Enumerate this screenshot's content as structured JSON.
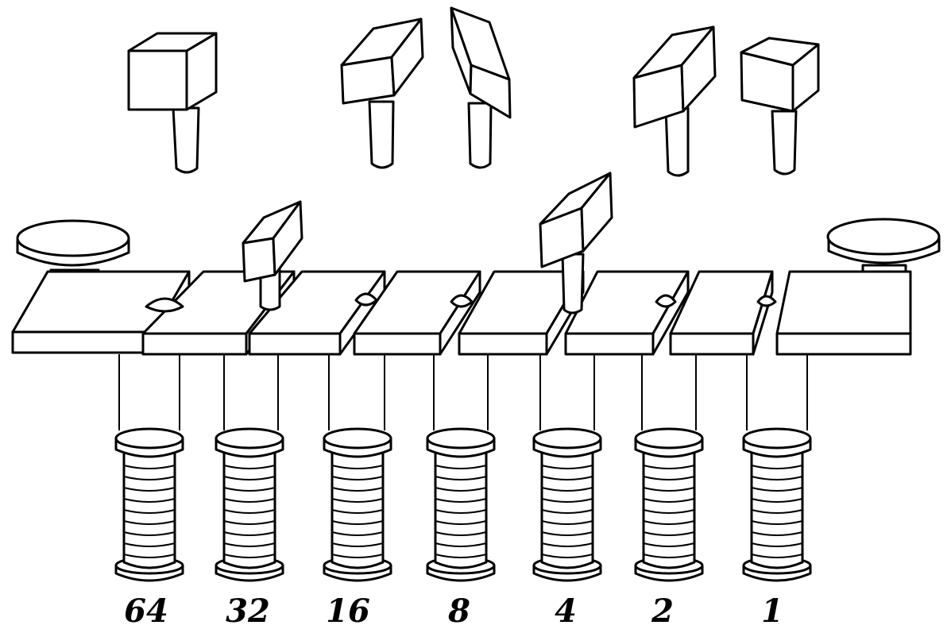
{
  "figure": {
    "coil_labels": [
      "64",
      "32",
      "16",
      "8",
      "4",
      "2",
      "1"
    ]
  }
}
